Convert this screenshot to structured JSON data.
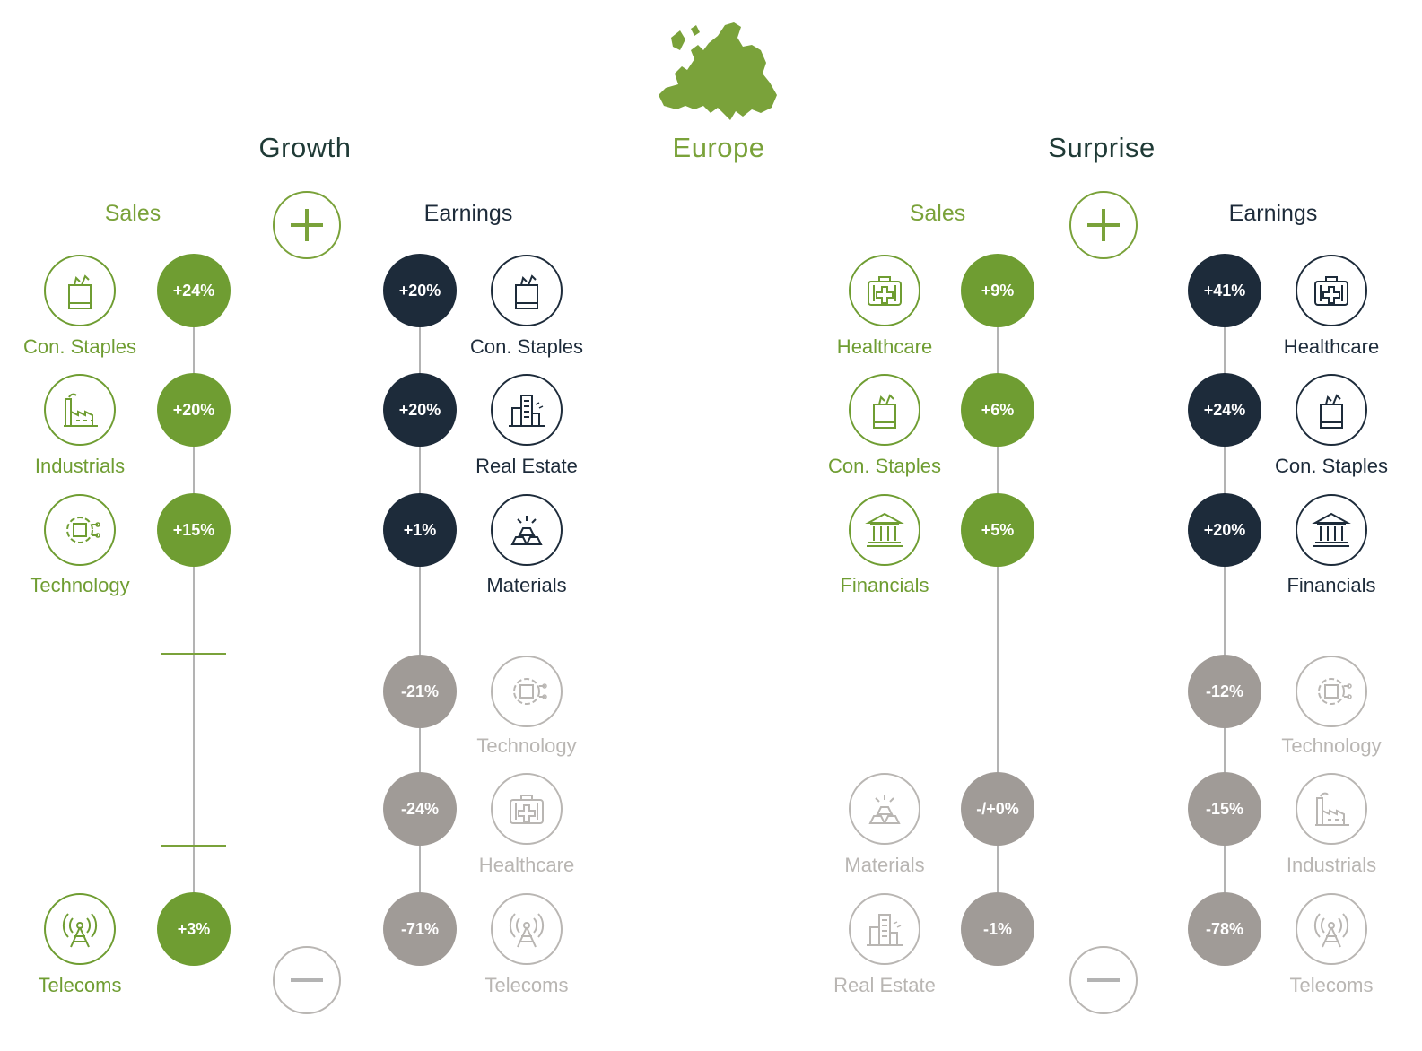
{
  "colors": {
    "green": "#6f9d32",
    "dark": "#1d2b3a",
    "gray": "#a09b97",
    "light": "#b9b6b3",
    "line": "#b3b3b3"
  },
  "center_title": "Europe",
  "panels": [
    {
      "title": "Growth",
      "sales_title": "Sales",
      "earnings_title": "Earnings",
      "sales": [
        {
          "label": "Con. Staples",
          "value": "+24%",
          "tone": "pos",
          "icon": "grocery-bag-icon",
          "slot": 0
        },
        {
          "label": "Industrials",
          "value": "+20%",
          "tone": "pos",
          "icon": "factory-icon",
          "slot": 1
        },
        {
          "label": "Technology",
          "value": "+15%",
          "tone": "pos",
          "icon": "chip-gear-icon",
          "slot": 2
        },
        {
          "label": "Telecoms",
          "value": "+3%",
          "tone": "pos",
          "icon": "antenna-icon",
          "slot": 5
        }
      ],
      "earnings": [
        {
          "label": "Con. Staples",
          "value": "+20%",
          "tone": "pos",
          "icon": "grocery-bag-icon",
          "slot": 0
        },
        {
          "label": "Real Estate",
          "value": "+20%",
          "tone": "pos",
          "icon": "buildings-icon",
          "slot": 1
        },
        {
          "label": "Materials",
          "value": "+1%",
          "tone": "pos",
          "icon": "gold-bars-icon",
          "slot": 2
        },
        {
          "label": "Technology",
          "value": "-21%",
          "tone": "neg",
          "icon": "chip-gear-icon",
          "slot": 3
        },
        {
          "label": "Healthcare",
          "value": "-24%",
          "tone": "neg",
          "icon": "medical-kit-icon",
          "slot": 4
        },
        {
          "label": "Telecoms",
          "value": "-71%",
          "tone": "neg",
          "icon": "antenna-icon",
          "slot": 5
        }
      ]
    },
    {
      "title": "Surprise",
      "sales_title": "Sales",
      "earnings_title": "Earnings",
      "sales": [
        {
          "label": "Healthcare",
          "value": "+9%",
          "tone": "pos",
          "icon": "medical-kit-icon",
          "slot": 0
        },
        {
          "label": "Con. Staples",
          "value": "+6%",
          "tone": "pos",
          "icon": "grocery-bag-icon",
          "slot": 1
        },
        {
          "label": "Financials",
          "value": "+5%",
          "tone": "pos",
          "icon": "bank-icon",
          "slot": 2
        },
        {
          "label": "Materials",
          "value": "-/+0%",
          "tone": "neg",
          "icon": "gold-bars-icon",
          "slot": 4
        },
        {
          "label": "Real Estate",
          "value": "-1%",
          "tone": "neg",
          "icon": "buildings-icon",
          "slot": 5
        }
      ],
      "earnings": [
        {
          "label": "Healthcare",
          "value": "+41%",
          "tone": "pos",
          "icon": "medical-kit-icon",
          "slot": 0
        },
        {
          "label": "Con. Staples",
          "value": "+24%",
          "tone": "pos",
          "icon": "grocery-bag-icon",
          "slot": 1
        },
        {
          "label": "Financials",
          "value": "+20%",
          "tone": "pos",
          "icon": "bank-icon",
          "slot": 2
        },
        {
          "label": "Technology",
          "value": "-12%",
          "tone": "neg",
          "icon": "chip-gear-icon",
          "slot": 3
        },
        {
          "label": "Industrials",
          "value": "-15%",
          "tone": "neg",
          "icon": "factory-icon",
          "slot": 4
        },
        {
          "label": "Telecoms",
          "value": "-78%",
          "tone": "neg",
          "icon": "antenna-icon",
          "slot": 5
        }
      ]
    }
  ]
}
